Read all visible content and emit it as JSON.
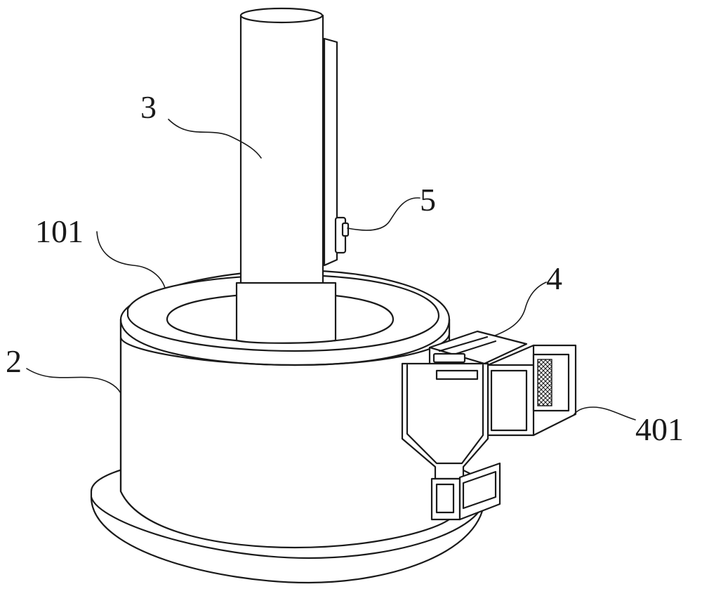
{
  "labels": {
    "tube": "3",
    "knob": "5",
    "top_ring": "101",
    "body": "2",
    "hopper_unit": "4",
    "vent": "401"
  }
}
